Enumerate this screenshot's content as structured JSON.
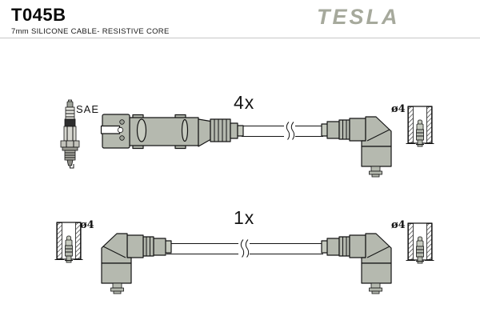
{
  "header": {
    "part_number": "T045B",
    "subtitle": "7mm SILICONE CABLE- RESISTIVE CORE",
    "brand": "TESLA"
  },
  "colors": {
    "brand": "#a6a99c",
    "part_fill": "#b5b9af",
    "part_fill_light": "#c6cabf",
    "outline": "#141414",
    "divider": "#c6c6c6"
  },
  "diagram": {
    "top_row": {
      "plug_standard_label": "SAE",
      "quantity_label": "4x",
      "terminal_diameter_label": "ø4"
    },
    "bottom_row": {
      "quantity_label": "1x",
      "terminal_diameter_left_label": "ø4",
      "terminal_diameter_right_label": "ø4"
    }
  }
}
